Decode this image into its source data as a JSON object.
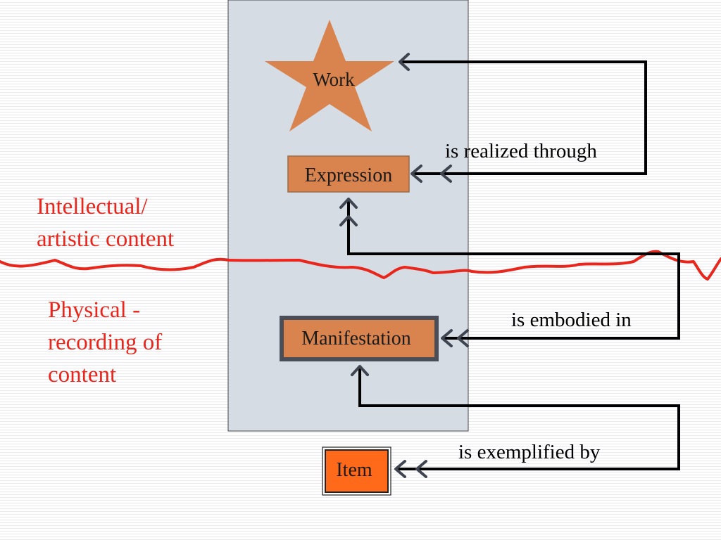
{
  "colors": {
    "panel_fill": "#d6dce4",
    "entity_fill": "#d9844e",
    "item_fill": "#ff6a1a",
    "connector": "#3f4550",
    "division_line": "#e8261c",
    "side_text": "#e8261c"
  },
  "icons": {
    "work": "star",
    "arrow_head": "double-chevron"
  },
  "entities": {
    "work": "Work",
    "expression": "Expression",
    "manifestation": "Manifestation",
    "item": "Item"
  },
  "relationships": {
    "realized": "is realized through",
    "embodied": "is embodied in",
    "exemplified": "is exemplified by"
  },
  "regions": {
    "intellectual": "Intellectual/ artistic content",
    "physical": "Physical - recording of content"
  }
}
